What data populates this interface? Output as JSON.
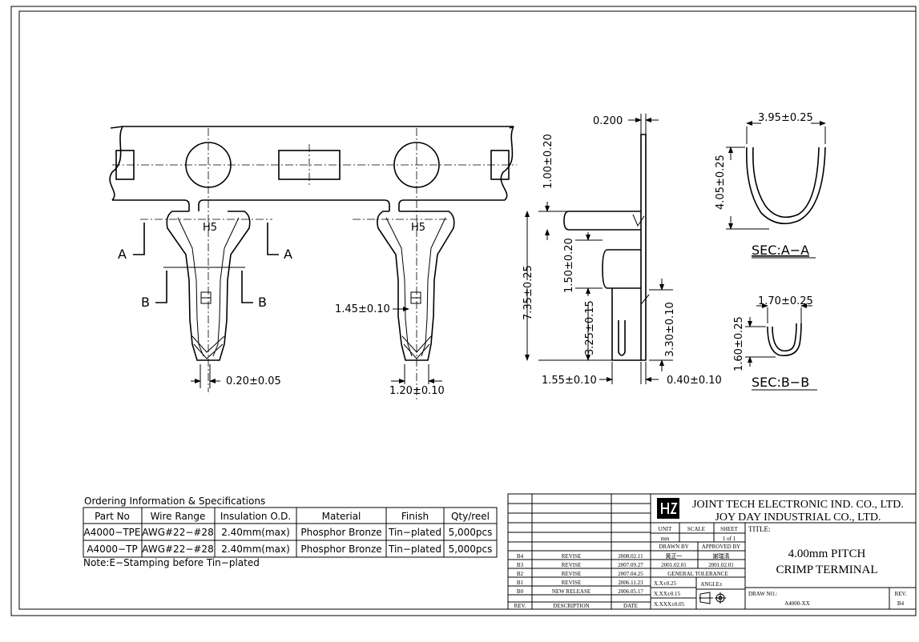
{
  "views": {
    "left_dims": {
      "a": "0.20±0.05"
    },
    "middle_dims": {
      "a": "1.45±0.10",
      "b": "1.20±0.10"
    },
    "side_dims": {
      "t": "0.200",
      "a": "1.00±0.20",
      "b": "7.35±0.25",
      "c": "1.50±0.20",
      "d": "3.25±0.15",
      "e": "3.30±0.10",
      "f": "1.55±0.10",
      "g": "0.40±0.10"
    },
    "section_a": {
      "w": "3.95±0.25",
      "h": "4.05±0.25",
      "label": "SEC:A−A"
    },
    "section_b": {
      "w": "1.70±0.25",
      "h": "1.60±0.25",
      "label": "SEC:B−B"
    },
    "section_marks": {
      "a": "A",
      "b": "B"
    },
    "stamp": "H5"
  },
  "ordering": {
    "title": "Ordering Information & Specifications",
    "headers": [
      "Part No",
      "Wire Range",
      "Insulation O.D.",
      "Material",
      "Finish",
      "Qty/reel"
    ],
    "rows": [
      [
        "A4000−TPE",
        "AWG#22−#28",
        "2.40mm(max)",
        "Phosphor Bronze",
        "Tin−plated",
        "5,000pcs"
      ],
      [
        "A4000−TP",
        "AWG#22−#28",
        "2.40mm(max)",
        "Phosphor Bronze",
        "Tin−plated",
        "5,000pcs"
      ]
    ],
    "note": "Note:E−Stamping before Tin−plated"
  },
  "title_block": {
    "company1": "JOINT TECH ELECTRONIC IND. CO., LTD.",
    "company2": "JOY DAY INDUSTRIAL CO., LTD.",
    "unit_label": "UNIT",
    "unit_value": "mm",
    "scale_label": "SCALE",
    "sheet_label": "SHEET",
    "sheet_value": "1 of 1",
    "title_label": "TITLE:",
    "title_line1": "4.00mm PITCH",
    "title_line2": "CRIMP TERMINAL",
    "drawn_by_label": "DRAWN BY",
    "drawn_by": "黃正一",
    "drawn_date": "2001.02.01",
    "approved_by_label": "APPROVED BY",
    "approved_by": "謝瑞清",
    "approved_date": "2001.02.01",
    "tolerance_label": "GENERAL TOLERANCE",
    "tol1": "X.X±0.25",
    "tol2": "X.XX±0.15",
    "tol3": "X.XXX±0.05",
    "angle_label": "ANGLE±",
    "drawing_no_label": "DRAW NO.:",
    "drawing_no": "A4000-XX",
    "rev_label": "REV.",
    "rev_value": "B4",
    "rev_header": {
      "rev": "REV.",
      "desc": "DESCRIPTION",
      "date": "DATE"
    },
    "revisions": [
      {
        "rev": "B4",
        "desc": "REVISE",
        "date": "2008.02.11"
      },
      {
        "rev": "B3",
        "desc": "REVISE",
        "date": "2007.09.27"
      },
      {
        "rev": "B2",
        "desc": "REVISE",
        "date": "2007.04.25"
      },
      {
        "rev": "B1",
        "desc": "REVISE",
        "date": "2006.11.23"
      },
      {
        "rev": "B0",
        "desc": "NEW RELEASE",
        "date": "2006.05.17"
      }
    ]
  }
}
